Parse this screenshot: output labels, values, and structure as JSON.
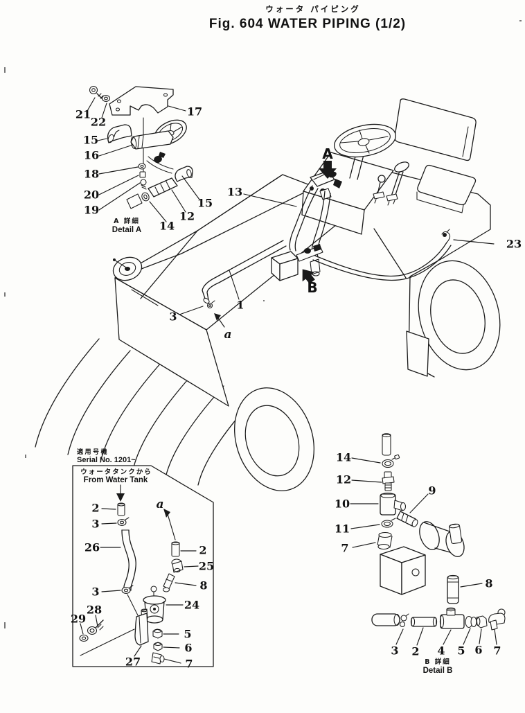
{
  "title": {
    "jp": "ウォータ パイピング",
    "en": "Fig. 604  WATER PIPING  (1/2)"
  },
  "detail_a": {
    "caption_jp": "A 詳細",
    "caption_en": "Detail A",
    "labels": {
      "n21": "21",
      "n22": "22",
      "n17": "17",
      "n15a": "15",
      "n16": "16",
      "n18": "18",
      "n20": "20",
      "n19": "19",
      "n15b": "15",
      "n12": "12",
      "n14": "14"
    }
  },
  "main": {
    "marker_a": "A",
    "marker_b": "B",
    "point_a": "a",
    "labels": {
      "n13": "13",
      "n1": "1",
      "n3": "3",
      "n23": "23"
    }
  },
  "serial_note": {
    "jp": "適用号機",
    "en": "Serial No. 1201~"
  },
  "inset": {
    "from_jp": "ウォータタンクから",
    "from_en": "From Water Tank",
    "point_a": "a",
    "labels": {
      "n2a": "2",
      "n3a": "3",
      "n26": "26",
      "n2b": "2",
      "n25": "25",
      "n8": "8",
      "n3b": "3",
      "n24": "24",
      "n28": "28",
      "n29": "29",
      "n27": "27",
      "n5": "5",
      "n6": "6",
      "n7": "7"
    }
  },
  "detail_b": {
    "caption_jp": "B 詳細",
    "caption_en": "Detail B",
    "labels": {
      "n14": "14",
      "n12": "12",
      "n10": "10",
      "n9": "9",
      "n11": "11",
      "n7a": "7",
      "n8": "8",
      "n3": "3",
      "n2": "2",
      "n4": "4",
      "n5": "5",
      "n6": "6",
      "n7b": "7"
    }
  }
}
